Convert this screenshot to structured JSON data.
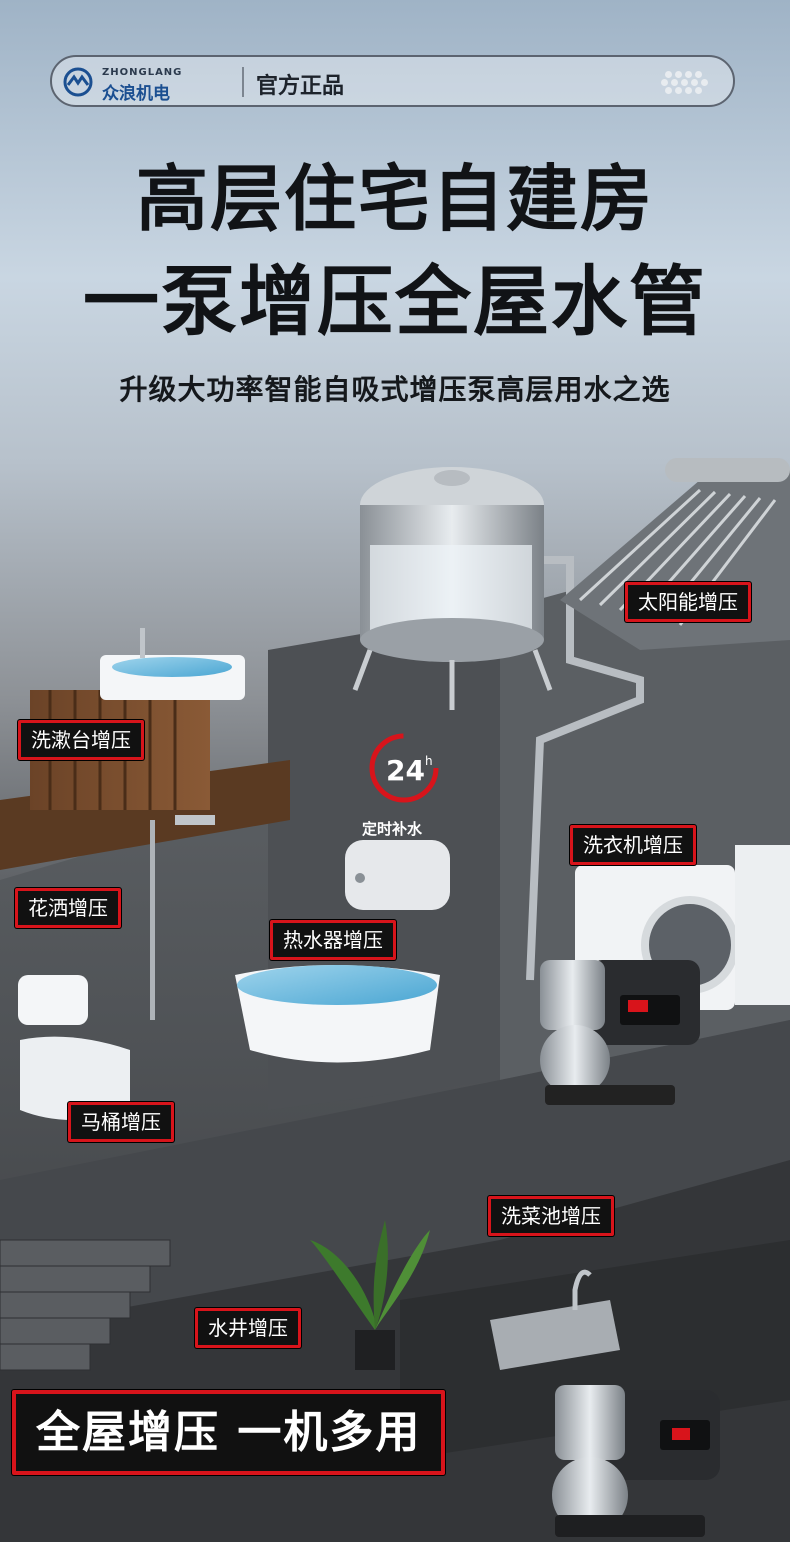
{
  "brand": {
    "name_en": "ZHONGLANG",
    "name_cn": "众浪机电",
    "tagline": "官方正品"
  },
  "headline": {
    "line1": "高层住宅自建房",
    "line2": "一泵增压全屋水管",
    "subtitle": "升级大功率智能自吸式增压泵高层用水之选"
  },
  "timer": {
    "hours": "24",
    "unit": "h",
    "label": "定时补水"
  },
  "labels": {
    "solar": "太阳能增压",
    "washbasin": "洗漱台增压",
    "washing_machine": "洗衣机增压",
    "shower": "花洒增压",
    "water_heater": "热水器增压",
    "toilet": "马桶增压",
    "kitchen_sink": "洗菜池增压",
    "well": "水井增压",
    "slogan": "全屋增压 一机多用"
  },
  "colors": {
    "label_border": "#d8141b",
    "brand_blue": "#1b4f91"
  }
}
